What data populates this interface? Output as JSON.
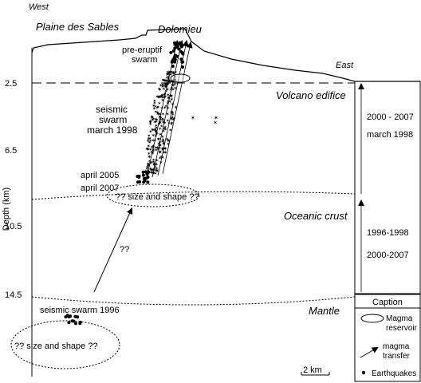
{
  "labels": {
    "west": "West",
    "east": "East",
    "plaine_des_sables": "Plaine des Sables",
    "dolomieu": "Dolomieu",
    "pre_eruptif_line1": "pre-eruptif",
    "pre_eruptif_line2": "swarm",
    "volcano_edifice": "Volcano edifice",
    "oceanic_crust": "Oceanic crust",
    "mantle": "Mantle",
    "seismic": "seismic",
    "swarm": "swarm",
    "march_1998": "march 1998",
    "april_2005": "april 2005",
    "april_2007": "april 2007",
    "size_shape_upper": "?? size and shape ??",
    "transfer_question": "??",
    "seismic_swarm_1996": "seismic swarm 1996",
    "size_shape_lower": "?? size and shape ??",
    "scale_bar": "2 km"
  },
  "axis": {
    "title": "Depth (km)",
    "ticks": [
      "2.5",
      "6.5",
      "10.5",
      "14.5"
    ]
  },
  "timeline": {
    "upper_years": "2000 - 2007",
    "upper_event": "march 1998",
    "lower_years": "1996-1998",
    "lower_event": "2000-2007"
  },
  "caption": {
    "title": "Caption",
    "reservoir_line1": "Magma",
    "reservoir_line2": "reservoir",
    "transfer_line1": "magma",
    "transfer_line2": "transfer",
    "earthquakes": "Earthquakes"
  },
  "colors": {
    "seismic_word": "#9b3fb8",
    "swarm_word": "#2a9fd6",
    "march_word": "#e8401c",
    "cloud_palette": [
      "#e2231a",
      "#ef6a1a",
      "#f6a21b",
      "#f3e01a",
      "#9ccb3a",
      "#3bb44a",
      "#22b5a5",
      "#2b8fd8",
      "#3a55c8",
      "#7a3fb8"
    ]
  }
}
